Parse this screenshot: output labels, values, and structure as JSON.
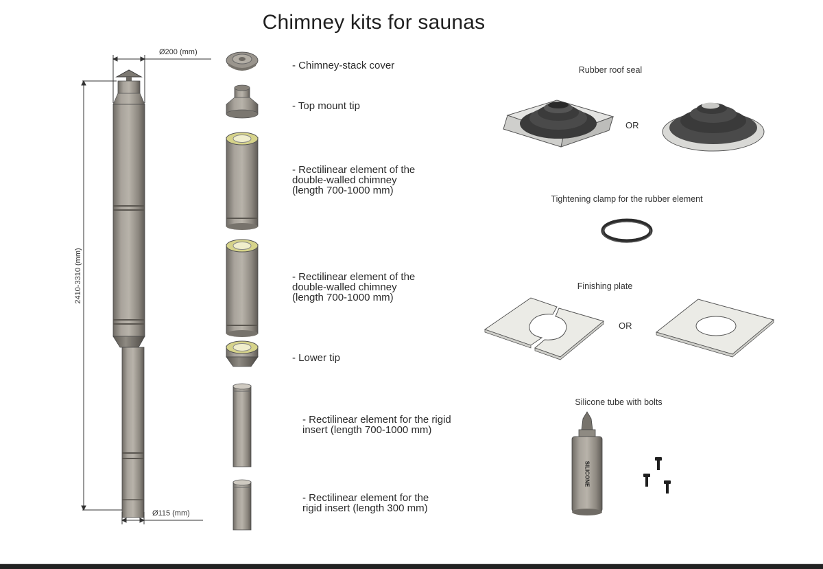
{
  "title": "Chimney kits for saunas",
  "dimensions": {
    "top_diameter": "Ø200 (mm)",
    "bottom_diameter": "Ø115 (mm)",
    "height": "2410-3310 (mm)"
  },
  "components": [
    {
      "id": "cover",
      "label": "- Chimney-stack cover"
    },
    {
      "id": "top-tip",
      "label": "- Top mount tip"
    },
    {
      "id": "rect1",
      "label": "- Rectilinear element of the\ndouble-walled chimney\n(length 700-1000 mm)"
    },
    {
      "id": "rect2",
      "label": "- Rectilinear element of the\ndouble-walled chimney\n(length 700-1000 mm)"
    },
    {
      "id": "lower-tip",
      "label": "- Lower tip"
    },
    {
      "id": "rigid1",
      "label": "- Rectilinear element for the rigid\ninsert (length 700-1000 mm)"
    },
    {
      "id": "rigid2",
      "label": "- Rectilinear element for the\nrigid insert (length 300 mm)"
    }
  ],
  "accessories": {
    "rubber_seal": "Rubber roof seal",
    "clamp": "Tightening clamp for the rubber element",
    "finishing_plate": "Finishing plate",
    "silicone": "Silicone tube with bolts",
    "silicone_print": "SILICONE",
    "or_1": "OR",
    "or_2": "OR"
  },
  "colors": {
    "metal": "#a29d95",
    "metal_dark": "#6f6b65",
    "insulation": "#d6d38a",
    "rubber": "#3f3f3f",
    "plate": "#ebebe6"
  }
}
